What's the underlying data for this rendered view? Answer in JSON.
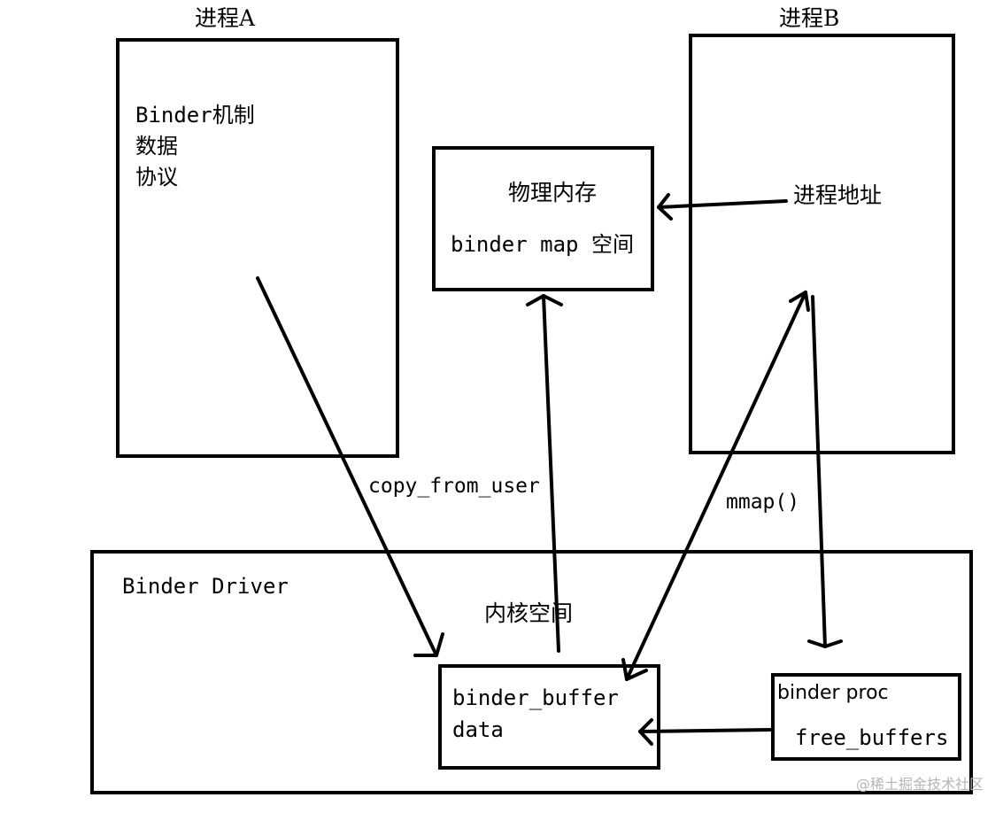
{
  "process_a": {
    "title": "进程A",
    "lines": [
      "Binder机制",
      "数据",
      "协议"
    ]
  },
  "process_b": {
    "title": "进程B",
    "address_label": "进程地址"
  },
  "physical_memory": {
    "title": "物理内存",
    "subtitle": "binder map 空间"
  },
  "arrows": {
    "copy_from_user": "copy_from_user",
    "mmap": "mmap()"
  },
  "binder_driver": {
    "title": "Binder Driver",
    "kernel_space": "内核空间"
  },
  "binder_buffer": {
    "line1": "binder_buffer",
    "line2": "data"
  },
  "binder_proc": {
    "line1": "binder proc",
    "line2": "free_buffers"
  },
  "watermark": "@稀土掘金技术社区",
  "colors": {
    "stroke": "#000000",
    "background": "#ffffff",
    "watermark": "#b5b5b5"
  }
}
